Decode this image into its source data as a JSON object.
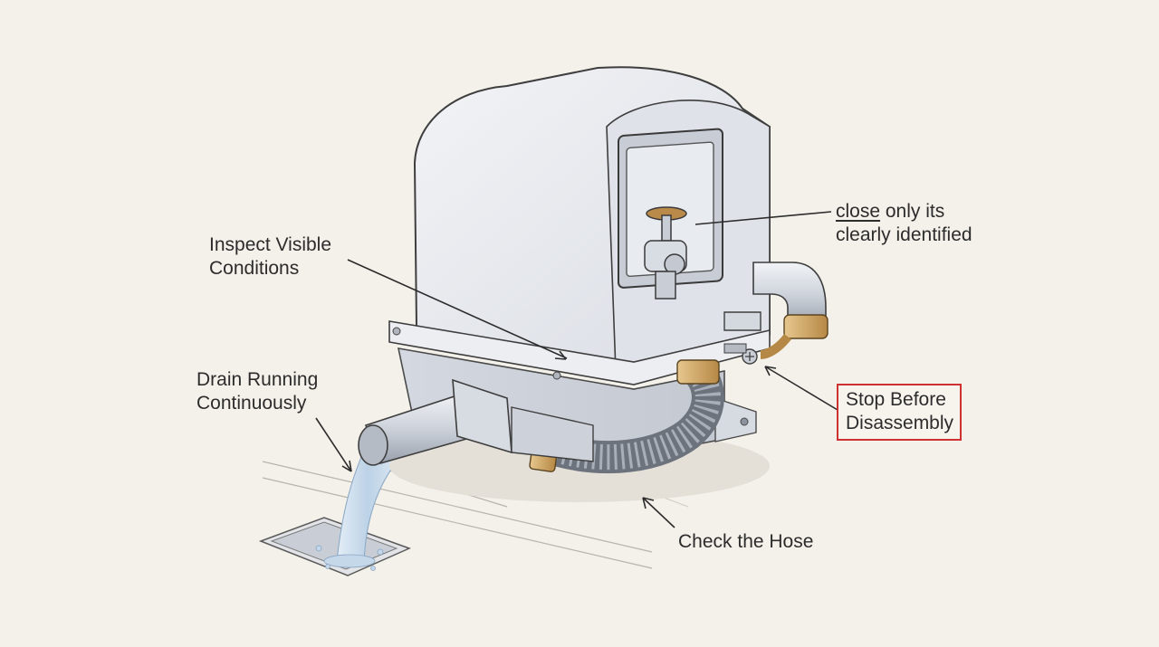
{
  "labels": {
    "inspect": {
      "line1": "Inspect Visible",
      "line2": "Conditions"
    },
    "drain": {
      "line1": "Drain Running",
      "line2": "Continuously"
    },
    "close": {
      "word_underlined": "close",
      "line1_rest": " only its",
      "line2": "clearly identified"
    },
    "stop": {
      "line1": "Stop Before",
      "line2": "Disassembly"
    },
    "hose": {
      "text": "Check the Hose"
    }
  },
  "colors": {
    "background": "#f4f1ea",
    "ink": "#2c2c2c",
    "housing": "#e6e9ee",
    "brass": "#c9a262",
    "water": "#cfe0ef",
    "stop_box": "#cf3030"
  },
  "icons": [
    "valve-icon",
    "drain-grate-icon",
    "screw-icon"
  ]
}
